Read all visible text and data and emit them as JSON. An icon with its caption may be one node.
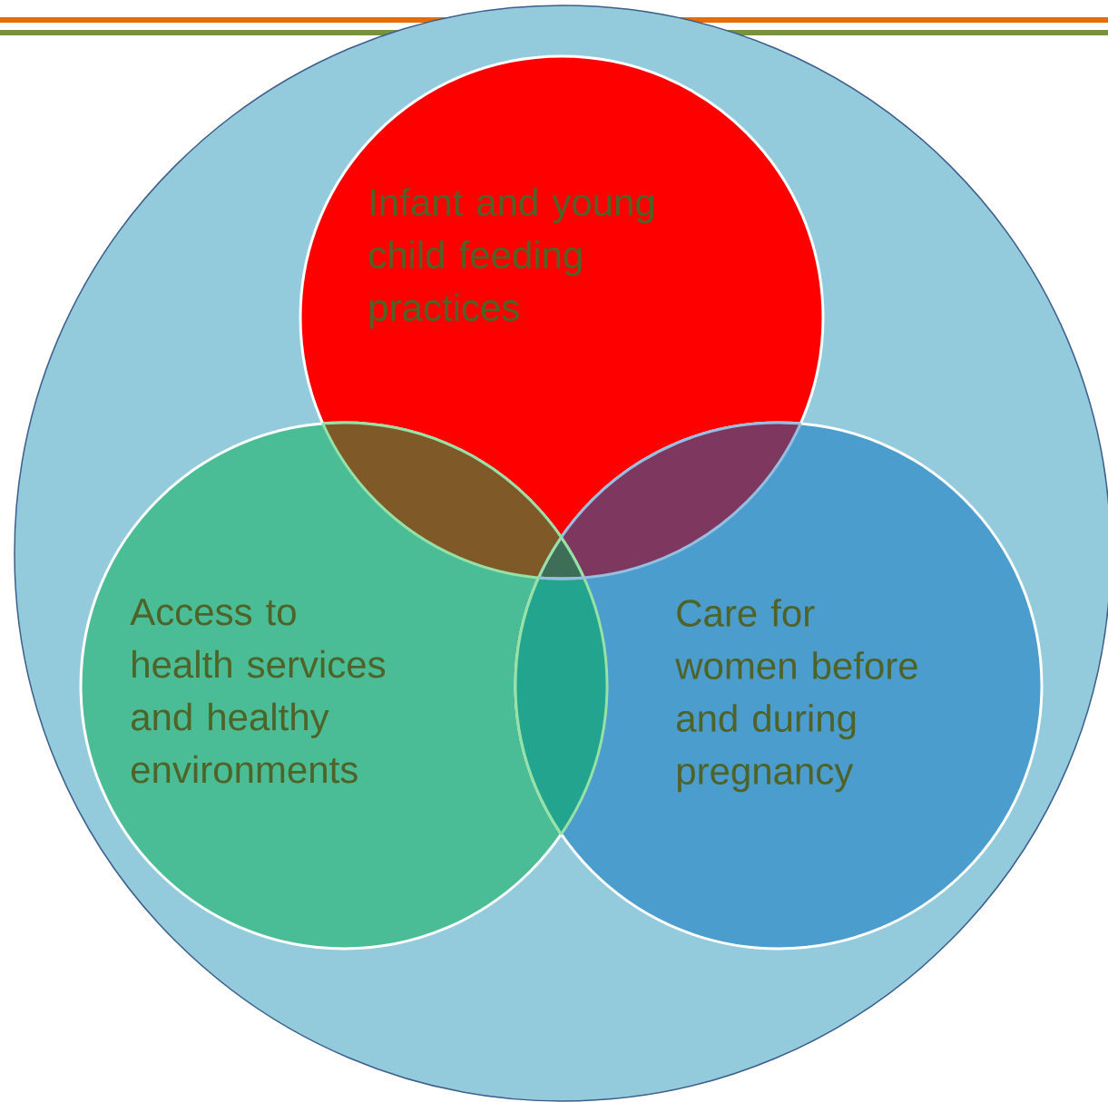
{
  "diagram": {
    "nodes": [
      {
        "text": [],
        "shape": "circle"
      },
      {
        "text": [
          "Infant and young child feeding practices"
        ],
        "in": 0
      },
      {
        "text": [
          "Access to health services and healthy environments"
        ],
        "in": 0
      },
      {
        "text": [
          "Care for women before and during pregnancy"
        ],
        "in": 0
      }
    ]
  }
}
